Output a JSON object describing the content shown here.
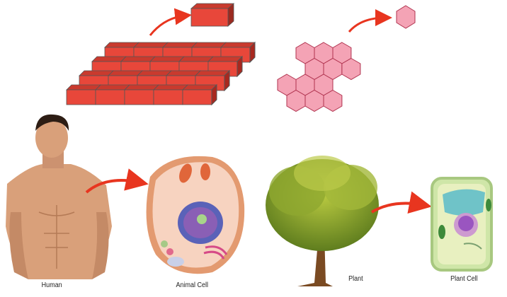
{
  "labels": {
    "human": "Human",
    "animal_cell": "Animal Cell",
    "plant": "Plant",
    "plant_cell": "Plant Cell"
  },
  "colors": {
    "brick": "#e8473a",
    "brick_dark": "#a8281f",
    "hexagon": "#f4a3b5",
    "hex_stroke": "#b0334f",
    "arrow": "#e8351f",
    "skin": "#d9a07a",
    "animal_cell": "#f7c9a8",
    "plant_cell": "#cfe6a8",
    "tree": "#7a9a2a"
  }
}
